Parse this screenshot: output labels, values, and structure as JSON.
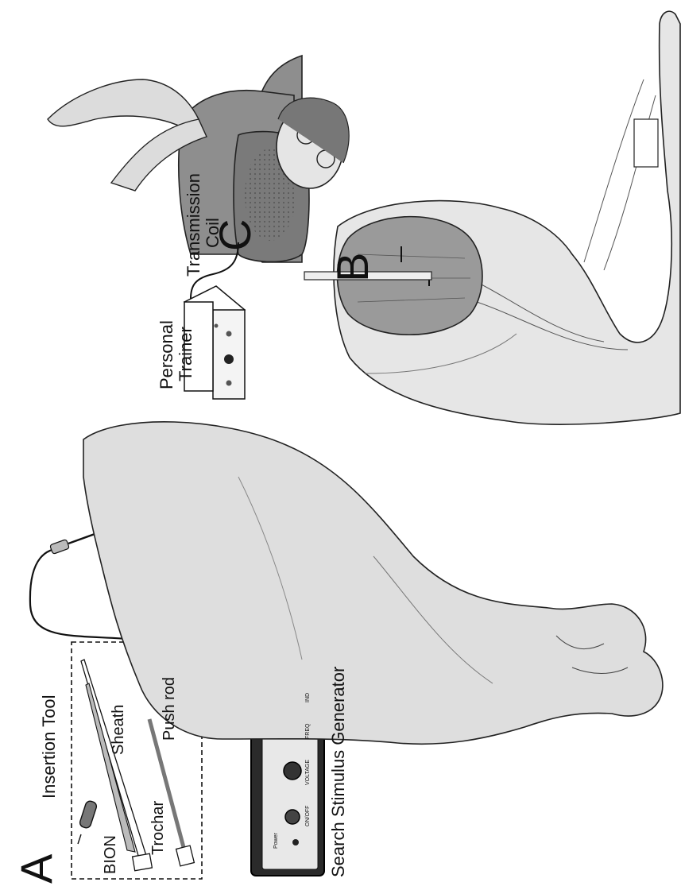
{
  "panels": {
    "a": {
      "letter": "A",
      "insertion_tool_label": "Insertion Tool",
      "bion_label": "BION",
      "trochar_label": "Trochar",
      "sheath_label": "Sheath",
      "push_rod_label": "Push rod",
      "generator_label": "Search Stimulus Generator",
      "generator_controls": [
        "Power",
        "ON/OFF",
        "VOLTAGE",
        "FREQ",
        "IND"
      ]
    },
    "b": {
      "letter": "B"
    },
    "c": {
      "letter": "C",
      "trainer_label_line1": "Personal",
      "trainer_label_line2": "Trainer",
      "coil_label_line1": "Transmission",
      "coil_label_line2": "Coil"
    }
  },
  "colors": {
    "ink": "#111111",
    "skin_fill": "#dedede",
    "muscle_fill": "#9a9a9a",
    "shirt_fill": "#8e8e8e",
    "device_fill": "#2a2a2a"
  }
}
